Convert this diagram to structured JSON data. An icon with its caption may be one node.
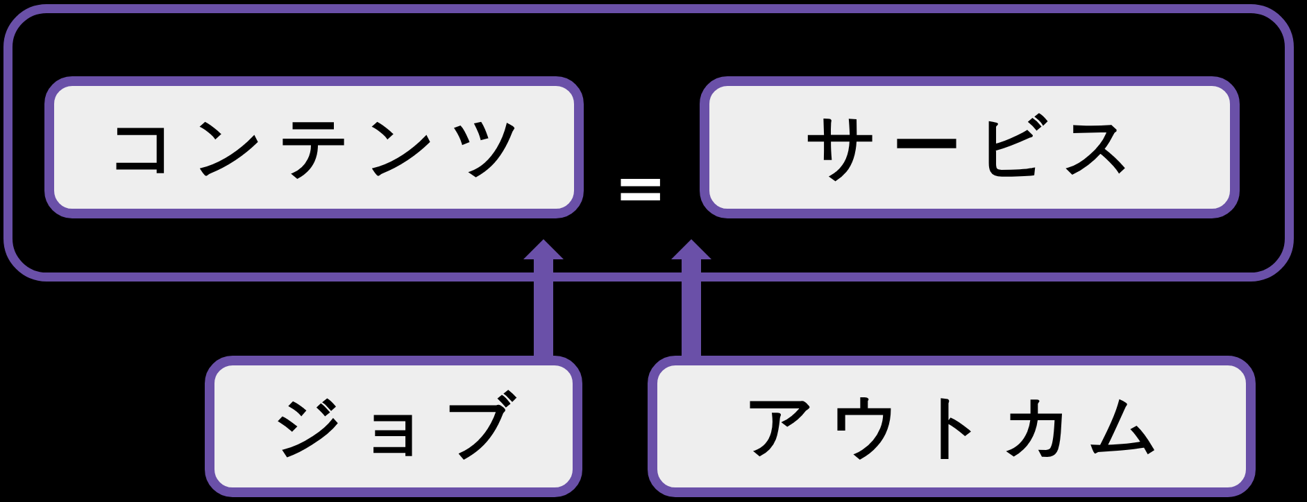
{
  "diagram": {
    "nodes": [
      {
        "text": [],
        "shape": "box"
      },
      {
        "text": [
          "コンテンツ"
        ],
        "in": 0
      },
      {
        "text": [
          "サービス"
        ],
        "in": 0
      },
      {
        "text": [
          "ジョブ"
        ]
      },
      {
        "text": [
          "アウトカム"
        ]
      }
    ],
    "edges": [
      {
        "from": 3,
        "to": 0,
        "arrow": "to"
      },
      {
        "from": 4,
        "to": 0,
        "arrow": "to"
      }
    ],
    "labels": [
      "="
    ]
  }
}
